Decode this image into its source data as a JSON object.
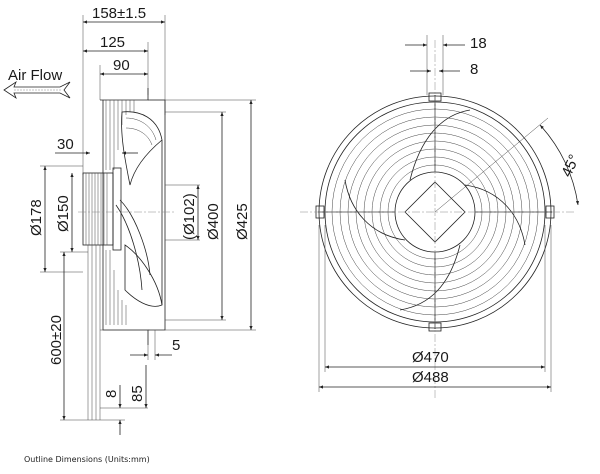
{
  "airflow_label": "Air Flow",
  "side_view": {
    "dims": {
      "overall_depth": "158±1.5",
      "depth_125": "125",
      "depth_90": "90",
      "offset_30": "30",
      "dia_178": "Ø178",
      "dia_150": "Ø150",
      "dia_102": "(Ø102)",
      "dia_400": "Ø400",
      "dia_425": "Ø425",
      "offset_5": "5",
      "cable_length": "600±20",
      "lead_8": "8",
      "lead_85": "85"
    }
  },
  "front_view": {
    "dims": {
      "slot_18": "18",
      "slot_8": "8",
      "angle_45": "45°",
      "dia_470": "Ø470",
      "dia_488": "Ø488"
    }
  },
  "caption": "Outline Dimensions (Units:mm)"
}
